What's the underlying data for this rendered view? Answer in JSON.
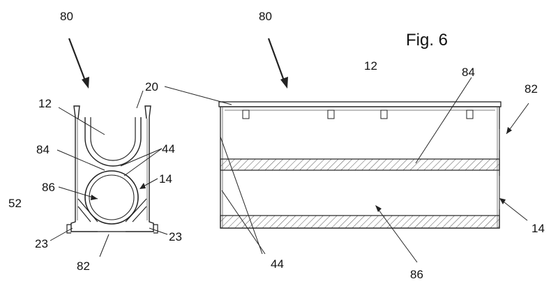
{
  "figure": {
    "title": "Fig. 6"
  },
  "labels": {
    "assembly_left": "80",
    "assembly_right": "80",
    "channel_left": "12",
    "channel_right": "12",
    "grate": "20",
    "separator_left": "84",
    "separator_right": "84",
    "web_left": "44",
    "web_right": "44",
    "body_left": "14",
    "body_right": "14",
    "pipe_left": "86",
    "pipe_right": "86",
    "side": "52",
    "foot_left_a": "23",
    "foot_left_b": "23",
    "base_left": "82",
    "end_right": "82"
  }
}
